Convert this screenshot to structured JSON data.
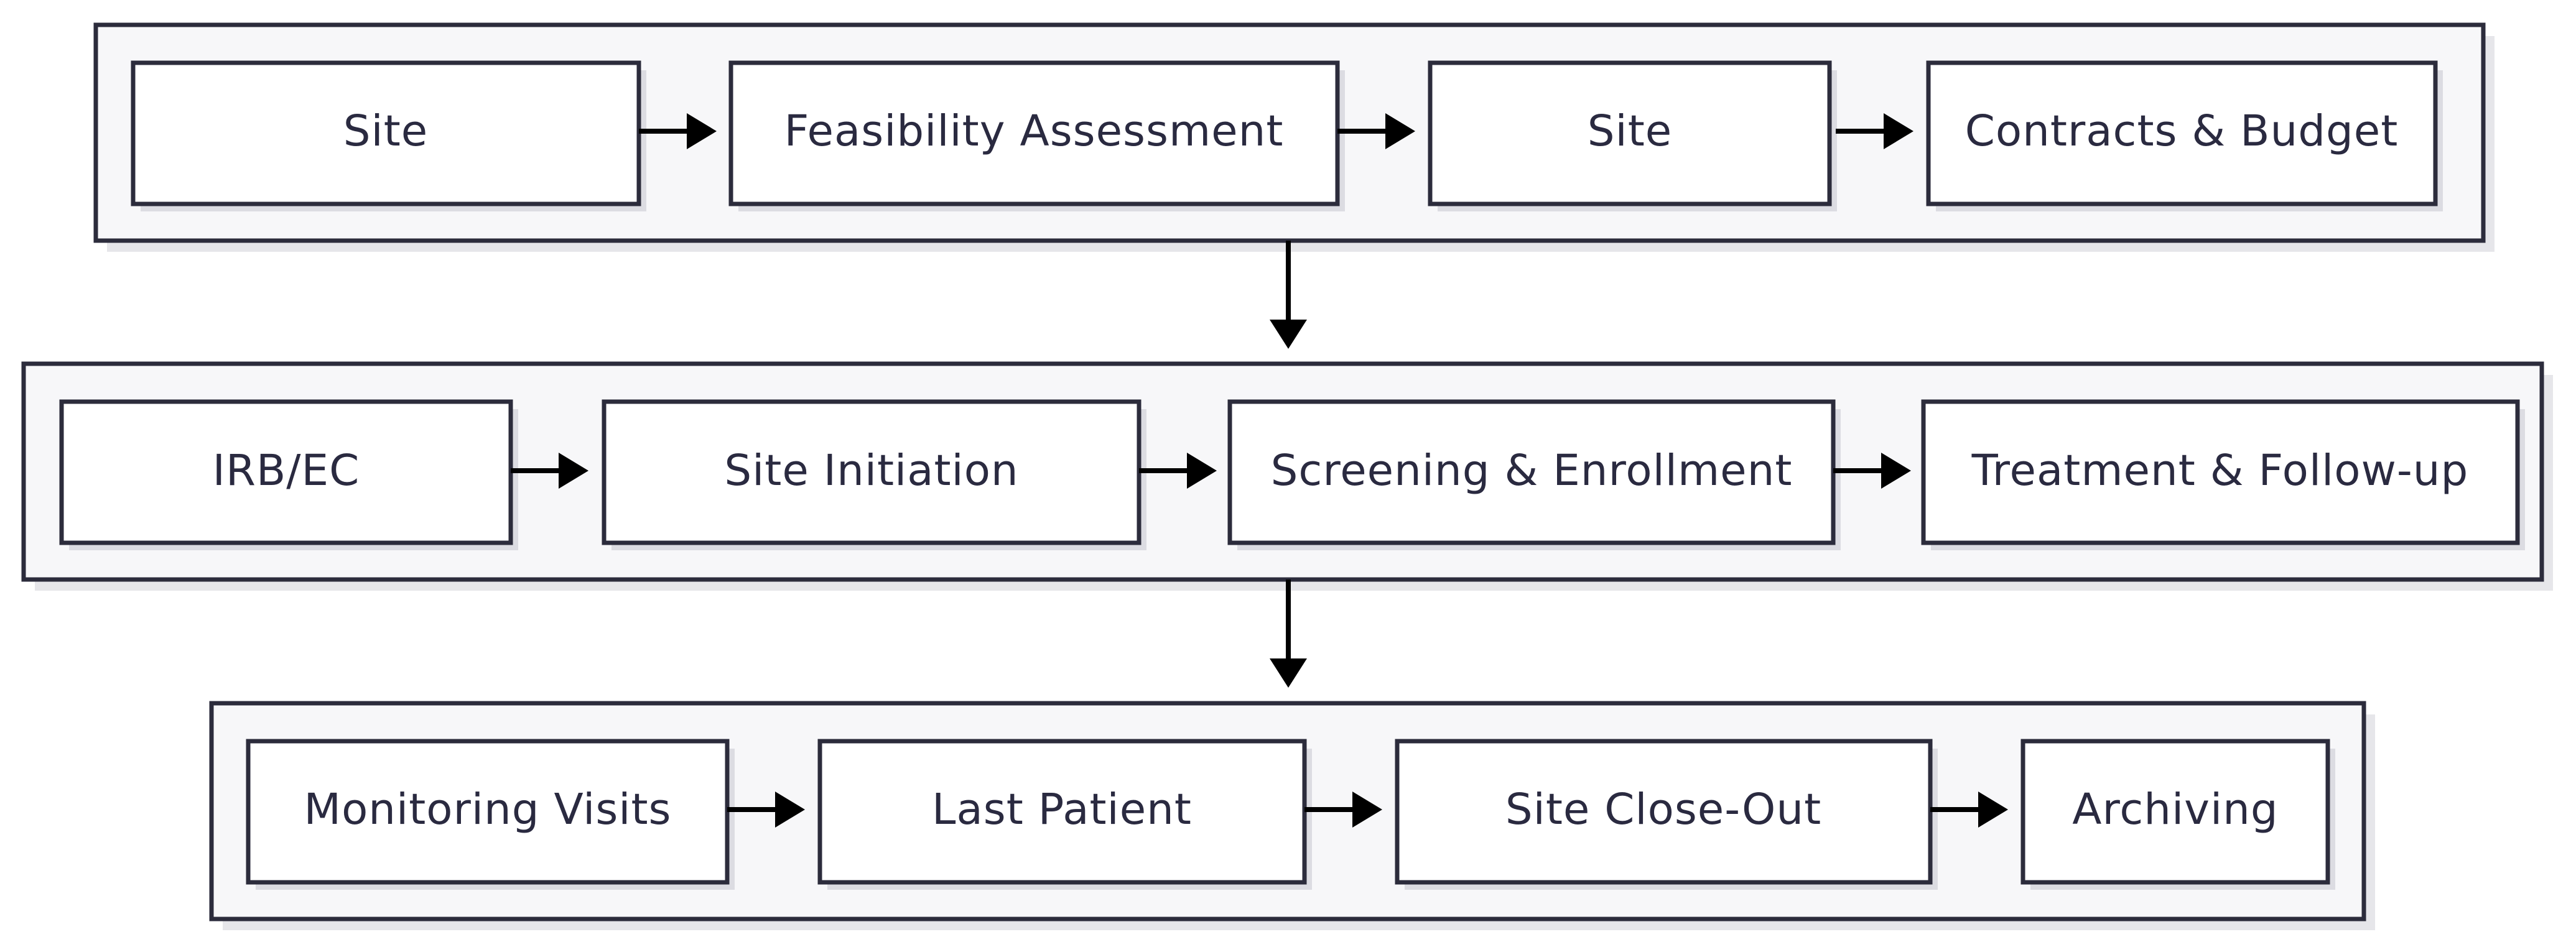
{
  "diagram": {
    "colors": {
      "group_fill": "#f7f7f9",
      "group_stroke": "#2c2c3c",
      "node_fill": "#ffffff",
      "node_stroke": "#2c2c3c",
      "text": "#2a2a40",
      "arrow": "#000000"
    },
    "rows": [
      {
        "nodes": [
          {
            "label": "Site"
          },
          {
            "label": "Feasibility Assessment"
          },
          {
            "label": "Site"
          },
          {
            "label": "Contracts & Budget"
          }
        ]
      },
      {
        "nodes": [
          {
            "label": "IRB/EC"
          },
          {
            "label": "Site Initiation"
          },
          {
            "label": "Screening & Enrollment"
          },
          {
            "label": "Treatment & Follow-up"
          }
        ]
      },
      {
        "nodes": [
          {
            "label": "Monitoring Visits"
          },
          {
            "label": "Last Patient"
          },
          {
            "label": "Site Close-Out"
          },
          {
            "label": "Archiving"
          }
        ]
      }
    ]
  }
}
